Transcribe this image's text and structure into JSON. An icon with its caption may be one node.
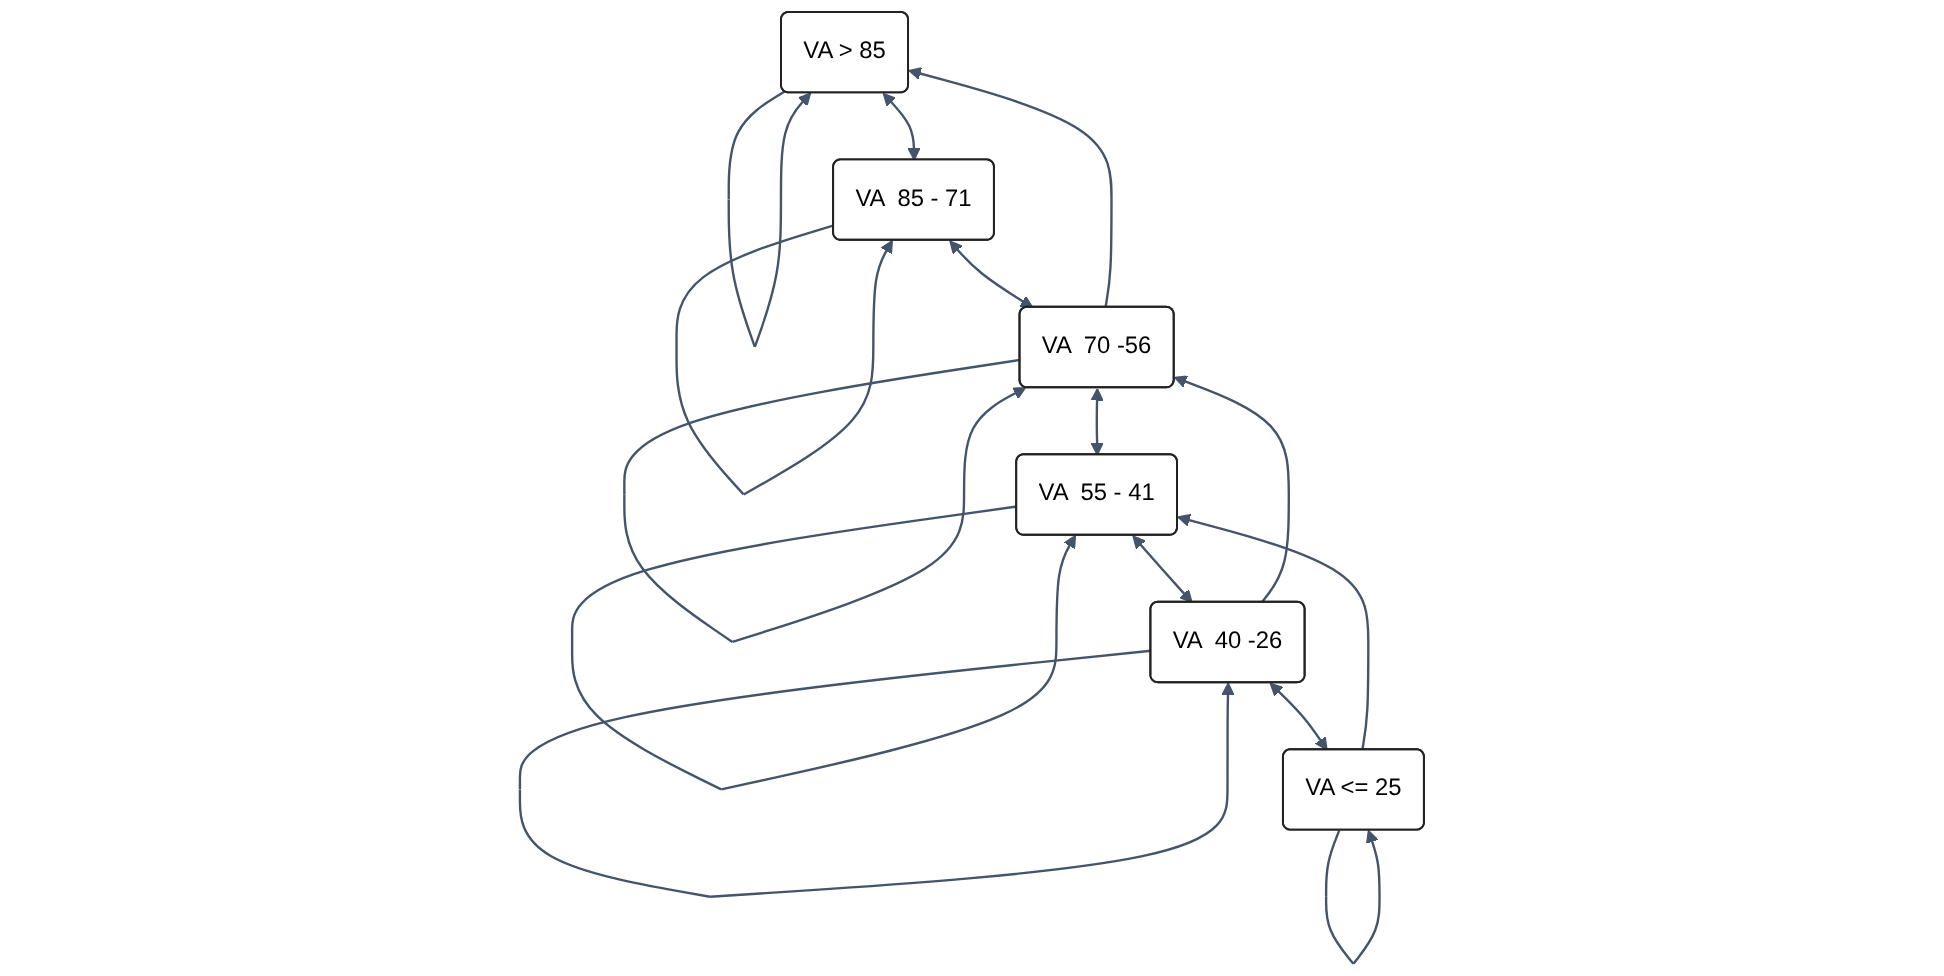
{
  "diagram": {
    "nodes": [
      {
        "text": [
          "VA > 85"
        ]
      },
      {
        "text": [
          "VA  85 - 71"
        ]
      },
      {
        "text": [
          "VA  70 -56"
        ]
      },
      {
        "text": [
          "VA  55 - 41"
        ]
      },
      {
        "text": [
          "VA  40 -26"
        ]
      },
      {
        "text": [
          "VA <= 25"
        ]
      }
    ],
    "edges": [
      {
        "from": 0,
        "to": 0,
        "arrow": "to"
      },
      {
        "from": 1,
        "to": 1,
        "arrow": "to"
      },
      {
        "from": 2,
        "to": 2,
        "arrow": "to"
      },
      {
        "from": 3,
        "to": 3,
        "arrow": "to"
      },
      {
        "from": 4,
        "to": 4,
        "arrow": "to"
      },
      {
        "from": 5,
        "to": 5,
        "arrow": "to"
      },
      {
        "from": 0,
        "to": 1,
        "arrow": "both"
      },
      {
        "from": 1,
        "to": 2,
        "arrow": "both"
      },
      {
        "from": 2,
        "to": 3,
        "arrow": "both"
      },
      {
        "from": 3,
        "to": 4,
        "arrow": "both"
      },
      {
        "from": 4,
        "to": 5,
        "arrow": "both"
      },
      {
        "from": 2,
        "to": 0,
        "arrow": "to"
      },
      {
        "from": 4,
        "to": 2,
        "arrow": "to"
      },
      {
        "from": 5,
        "to": 3,
        "arrow": "to"
      }
    ]
  }
}
